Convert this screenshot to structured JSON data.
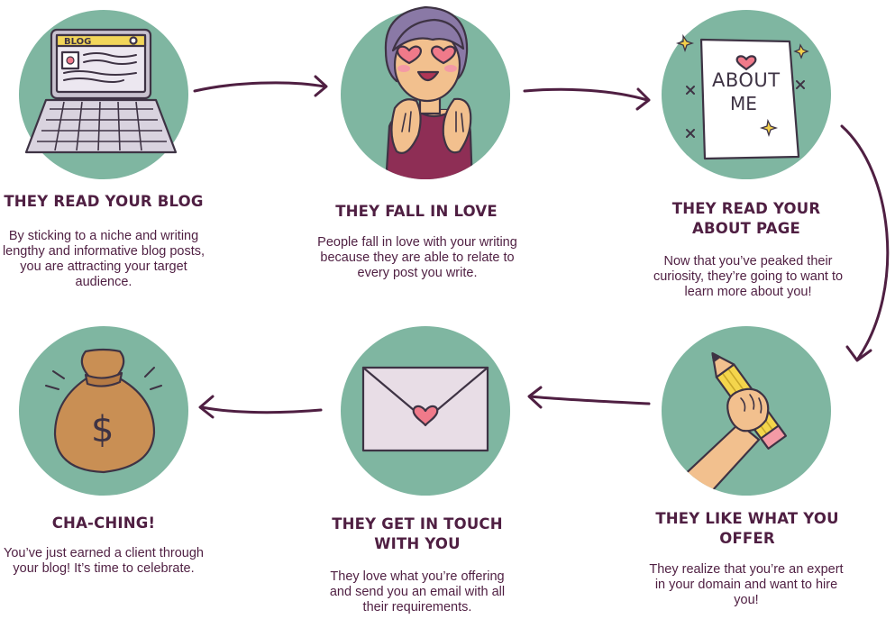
{
  "steps": [
    {
      "title": "THEY READ YOUR BLOG",
      "description": "By sticking to a niche and writing lengthy and informative blog posts, you are attracting your target audience.",
      "illustration": "laptop-blog-icon",
      "illustration_text": "BLOG"
    },
    {
      "title": "THEY FALL IN LOVE",
      "description": "People fall in love with your writing because they are able to relate to every post you write.",
      "illustration": "heart-eyes-person-icon"
    },
    {
      "title": "THEY READ YOUR ABOUT PAGE",
      "description": "Now that you’ve peaked their curiosity, they’re going to want to learn more about you!",
      "illustration": "about-me-paper-icon",
      "illustration_text": [
        "ABOUT",
        "ME"
      ]
    },
    {
      "title": "THEY LIKE WHAT YOU OFFER",
      "description": "They realize that you’re an expert in your domain and want to hire you!",
      "illustration": "hand-pencil-icon"
    },
    {
      "title": "THEY GET IN TOUCH WITH YOU",
      "description": "They love what you’re offering and send you an email with all their requirements.",
      "illustration": "envelope-heart-icon"
    },
    {
      "title": "CHA-CHING!",
      "description": "You’ve just earned a client through your blog! It’s time to celebrate.",
      "illustration": "money-bag-icon",
      "illustration_text": "$"
    }
  ],
  "colors": {
    "text": "#4f1f42",
    "circle": "#7fb6a1",
    "outline": "#3e3344",
    "paper": "#ffffff",
    "skin": "#f2c08e",
    "hair": "#8a79a6",
    "shirt": "#8e2e55",
    "heart": "#f07a8a",
    "envelope": "#e8dde6",
    "bag": "#c98f54",
    "pencil": "#f4d54c",
    "sparkle": "#f3d04a",
    "laptop_screen": "#ece7f0",
    "laptop_bar": "#f2d65a"
  }
}
